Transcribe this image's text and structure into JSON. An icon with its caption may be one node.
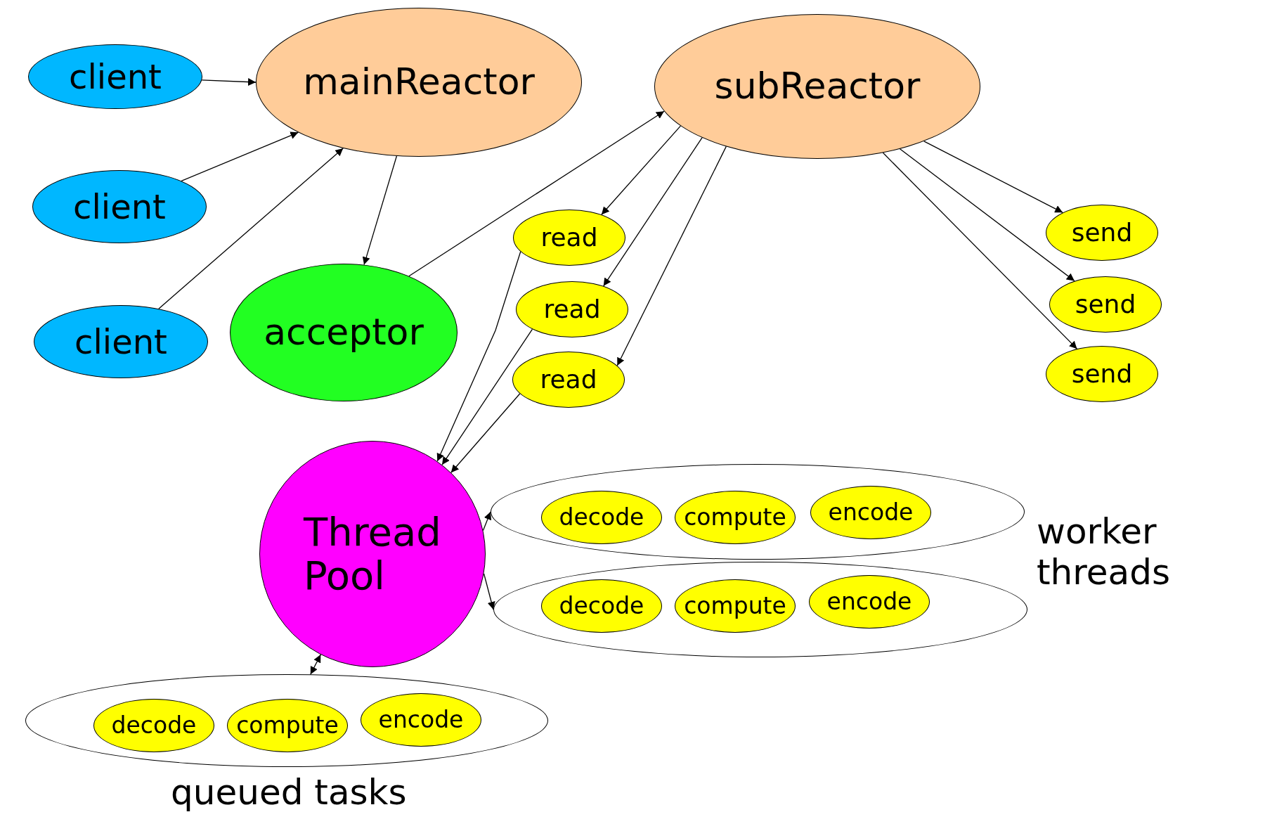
{
  "diagram": {
    "nodes": [
      {
        "text": [
          "client"
        ]
      },
      {
        "text": [
          "client"
        ]
      },
      {
        "text": [
          "client"
        ]
      },
      {
        "text": [
          "mainReactor"
        ]
      },
      {
        "text": [
          "subReactor"
        ]
      },
      {
        "text": [
          "acceptor"
        ]
      },
      {
        "text": [
          "read"
        ]
      },
      {
        "text": [
          "read"
        ]
      },
      {
        "text": [
          "read"
        ]
      },
      {
        "text": [
          "send"
        ]
      },
      {
        "text": [
          "send"
        ]
      },
      {
        "text": [
          "send"
        ]
      },
      {
        "text": [
          "Thread Pool"
        ]
      },
      {
        "text": [],
        "shape": "ellipse"
      },
      {
        "text": [
          "decode"
        ],
        "in": 13
      },
      {
        "text": [
          "compute"
        ],
        "in": 13
      },
      {
        "text": [
          "encode"
        ],
        "in": 13
      },
      {
        "text": [],
        "shape": "ellipse"
      },
      {
        "text": [
          "decode"
        ],
        "in": 17
      },
      {
        "text": [
          "compute"
        ],
        "in": 17
      },
      {
        "text": [
          "encode"
        ],
        "in": 17
      },
      {
        "text": [],
        "shape": "ellipse",
        "beside": [
          "queued tasks"
        ]
      },
      {
        "text": [
          "decode"
        ],
        "in": 21
      },
      {
        "text": [
          "compute"
        ],
        "in": 21
      },
      {
        "text": [
          "encode"
        ],
        "in": 21
      }
    ],
    "edges": [
      {
        "from": 0,
        "to": 3,
        "arrow": "to"
      },
      {
        "from": 1,
        "to": 3,
        "arrow": "to"
      },
      {
        "from": 2,
        "to": 3,
        "arrow": "to"
      },
      {
        "from": 3,
        "to": 5,
        "arrow": "to"
      },
      {
        "from": 5,
        "to": 4,
        "arrow": "to"
      },
      {
        "from": 4,
        "to": 6,
        "arrow": "to"
      },
      {
        "from": 4,
        "to": 7,
        "arrow": "to"
      },
      {
        "from": 4,
        "to": 8,
        "arrow": "to"
      },
      {
        "from": 4,
        "to": 9,
        "arrow": "to"
      },
      {
        "from": 4,
        "to": 10,
        "arrow": "to"
      },
      {
        "from": 4,
        "to": 11,
        "arrow": "to"
      },
      {
        "from": 6,
        "to": 12,
        "arrow": "to"
      },
      {
        "from": 7,
        "to": 12,
        "arrow": "to"
      },
      {
        "from": 8,
        "to": 12,
        "arrow": "to"
      },
      {
        "from": 12,
        "to": 13,
        "arrow": "to"
      },
      {
        "from": 12,
        "to": 17,
        "arrow": "to"
      },
      {
        "from": 21,
        "to": 12,
        "arrow": "both"
      }
    ],
    "labels": [
      "worker threads"
    ]
  }
}
